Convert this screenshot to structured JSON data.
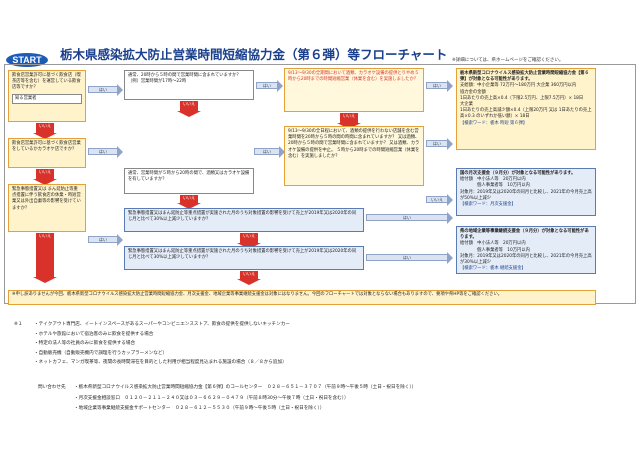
{
  "title": "栃木県感染拡大防止営業時間短縮協力金（第６弾）等フローチャート",
  "start": "START",
  "top_note": "※詳細については、県ホームページをご確認ください。",
  "q1": {
    "text": "飲食店営業許可に基づく飲食店（喫茶店等を含む）を運営している飲食店等ですか？",
    "note": "※２ 飲食店にかかわらず、県から時短の要請を受けている飲食店ですか？"
  },
  "q1_alt": "知る営業者",
  "q2": {
    "text": "飲食店営業許可に基づく飲食店営業をしているかカラオケ店ですか？"
  },
  "q3": {
    "text": "緊急事態措置又は まん延防止等重点措置に伴う飲食店の休業・時短営業又は外出自粛等の影響を受けていますか？"
  },
  "q4": {
    "text": "通常、20時から５時の間で営業時間に含まれていますか？（例）営業時間が17時～22時"
  },
  "q5": {
    "text": "9/13～9/30の全期間において酒類、カラオケ設備の提供とりやめ５時から20時までの時間短縮営業（休業を含む）を実施しましたか？"
  },
  "q6": {
    "text": "9/13～9/30の全日程において、酒類の提供を行わない店舗を含む営業時間を20時から５時の間の時間に含まれていますか？ 又は酒類、20時から５時の間で営業時間に含まれていますか？ 又は酒類、カラオケ設備の提供を中止。 ５時から20時までの時間短縮営業（休業を含む）を実施しましたか？"
  },
  "q7": {
    "text": "通常、営業時間が５時から20時の間で、酒類又はカラオケ設備を有していますか？"
  },
  "q8": {
    "text": "緊急事態措置又はまん延防止等重点措置が実施された月のうち対象措置の影響を受けて売上が2019年又は2020年の同じ月と比べて30%以上減少していますか？"
  },
  "q9": {
    "text": "緊急事態措置又はまん延防止等重点措置が実施された月のうち対象措置の影響を受けて売上が2019年又は2020年の同じ月と比べて30%以上減少していますか？"
  },
  "final": {
    "text": "※申し訳ありませんが今回、栃木県新型コロナウイルス感染拡大防止営業時間短縮協力金、月次支援金、地域企業等事業継続支援金は対象にはなりません。今回のフローチャートでは対象とならない場合もありますので、要項や県HP等をご確認ください。"
  },
  "r1": {
    "heading": "栃木県新型コロナウイルス感染拡大防止営業時間短縮協力金【第６弾】が対象となる可能性があります。",
    "lines": [
      "支給額：中小企業等 72万円～180万円 大企業 360万円以内",
      "協力金の金額",
      "1日あたりの売上高×0.4（下限2.5万円、上限7.5万円）× 18日",
      "大企業",
      "1日あたりの売上高減少額×0.4（上限20万円 又は 1日あたりの売上高×0.3 のいずれか低い額）× 18日"
    ],
    "search": "【検索ワード：栃木 時短 第６弾】"
  },
  "r2": {
    "heading": "国の月次支援金（９月分）が対象となる可能性があります。",
    "lines": [
      "給付額　中小法人等　20万円以内",
      "　　　　個人事業者等　10万円以内",
      "対象月：2019年又は2020年の同月と比較し、2021年の今月売上高が50%以上減少"
    ],
    "search": "【検索ワード：月次支援金】"
  },
  "r3": {
    "heading": "県の地域企業等事業継続支援金（９月分）が対象となる可能性があります。",
    "lines": [
      "給付額　中小法人等　20万円以内",
      "　　　　個人事業者等　10万円以内",
      "対象月：2019年又は2020年の同月と比較し、2021年の今月売上高が30%以上減少"
    ],
    "search": "【検索ワード：栃木 継続支援金】"
  },
  "labels": {
    "yes": "はい",
    "no": "いいえ",
    "no2": "いいえ",
    "yes2": "はい"
  },
  "notes": {
    "label": "※１",
    "items": [
      "・テイクアウト専門店、イートインスペースがあるスーパーやコンビニエンスストア、飲食の提供を提供しないキッチンカー",
      "・ホテルや旅館において宿泊客のみに飲食を提供する場合",
      "・特定の法人等の社員のみに飲食を提供する場合",
      "・自動販売機（自動販売機内で調理を行うカップラーメンなど）",
      "・ネットカフェ、マンガ喫茶等、夜間の長時間滞在を目的とした利用が相当程度見込まれる施設の場合（８／８から追加）"
    ]
  },
  "contacts": {
    "label": "問い合わせ先",
    "items": [
      "・栃木県新型コロナウイルス感染拡大防止営業時間短縮協力金【第６弾】のコールセンター　０２８－６５１－３７０７（午前９時～午後５時（土日・祝日を除く））",
      "・月次支援金相談窓口　０１２０－２１１－２４０又は０３－６６２９－０４７９（午前８時30分～午後７時（土日・祝日を含む））",
      "・地域企業等事業継続支援金サポートセンター　０２８－６１２－５５３０（午前９時～午後５時（土日・祝日を除く））"
    ]
  }
}
